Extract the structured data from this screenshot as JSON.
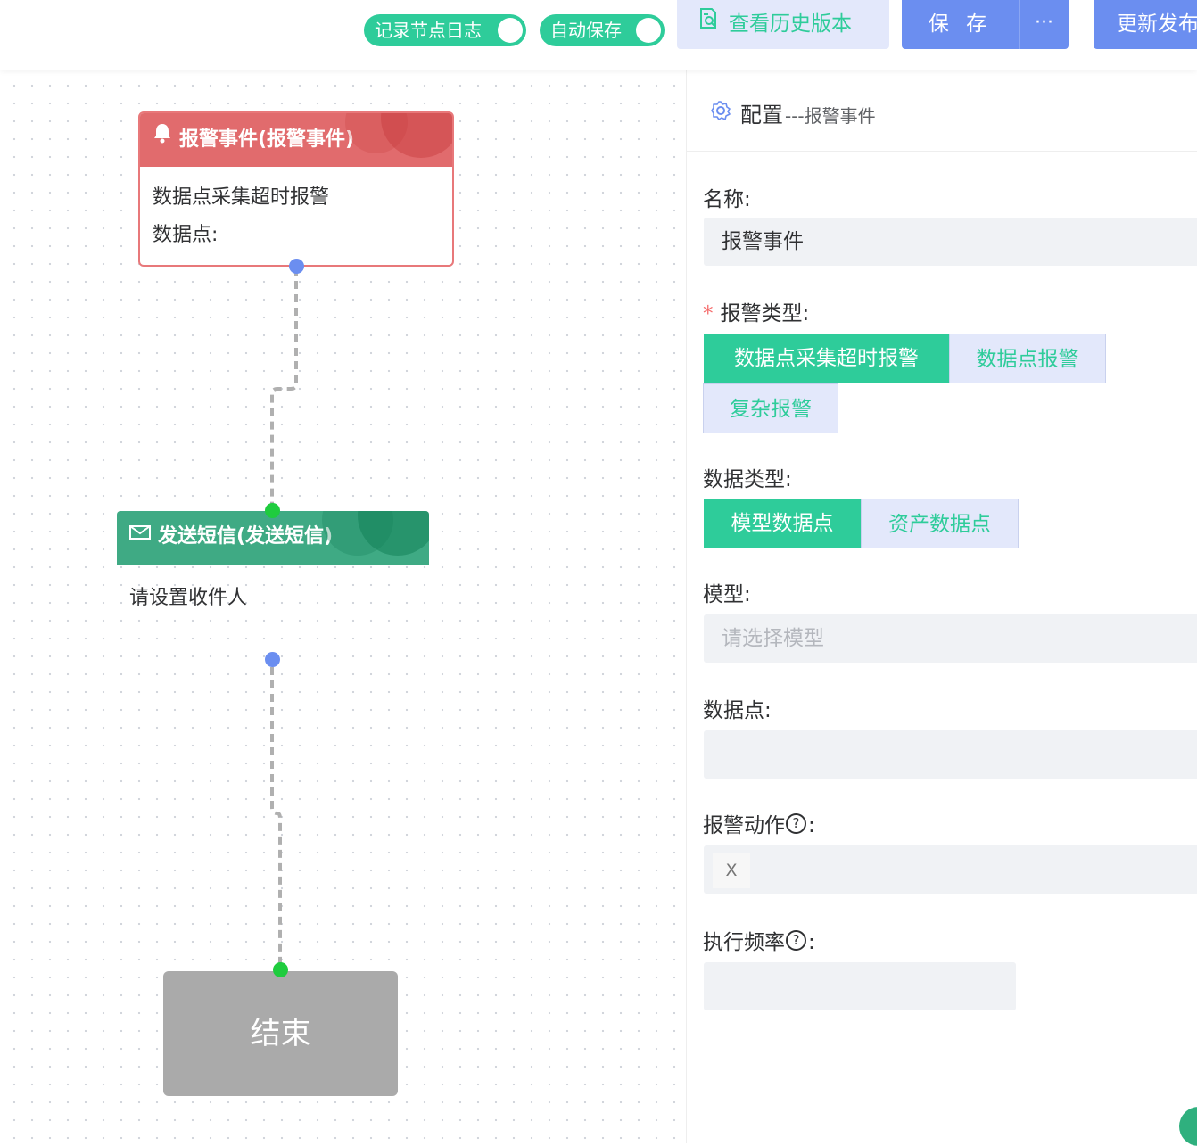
{
  "toolbar": {
    "log_toggle_label": "记录节点日志",
    "log_toggle_on": true,
    "autosave_toggle_label": "自动保存",
    "autosave_toggle_on": true,
    "history_label": "查看历史版本",
    "save_label": "保 存",
    "more_label": "···",
    "publish_label": "更新发布"
  },
  "canvas": {
    "alarm_node": {
      "title": "报警事件(报警事件)",
      "line1": "数据点采集超时报警",
      "line2": "数据点:",
      "icon": "bell-icon"
    },
    "sms_node": {
      "title": "发送短信(发送短信)",
      "body": "请设置收件人",
      "icon": "envelope-icon"
    },
    "end_node": {
      "label": "结束"
    }
  },
  "config": {
    "title": "配置",
    "subtitle": "---报警事件",
    "name_label": "名称:",
    "name_value": "报警事件",
    "alarm_type_label": "报警类型:",
    "alarm_types": [
      "数据点采集超时报警",
      "数据点报警",
      "复杂报警"
    ],
    "alarm_type_selected": "数据点采集超时报警",
    "data_type_label": "数据类型:",
    "data_types": [
      "模型数据点",
      "资产数据点"
    ],
    "data_type_selected": "模型数据点",
    "model_label": "模型:",
    "model_placeholder": "请选择模型",
    "datapoint_label": "数据点:",
    "datapoint_value": "",
    "action_label": "报警动作",
    "action_tag_close": "X",
    "frequency_label": "执行频率",
    "frequency_value": ""
  },
  "colors": {
    "accent_green": "#2ecc9a",
    "primary_blue": "#6b8ef0",
    "alarm_red": "#e16b6d",
    "sms_green": "#3faa84",
    "end_gray": "#aaaaaa"
  }
}
